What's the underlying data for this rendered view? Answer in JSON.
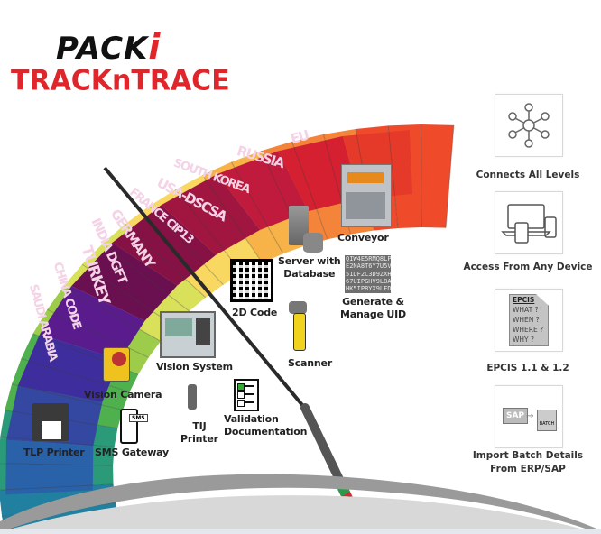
{
  "logo": {
    "line1": "PACK",
    "line1_accent": "i",
    "line2": "TRACKnTRACE",
    "brand_color": "#e0262a"
  },
  "umbrella": {
    "countries": [
      "EU",
      "RUSSIA",
      "SOUTH KOREA",
      "USA-DSCSA",
      "FRANCE CIP13",
      "GERMANY",
      "INDIA DGFT",
      "TURKEY",
      "CHINA CODE",
      "SAUDI ARABIA"
    ],
    "country_colors": [
      "#e53a2a",
      "#d42030",
      "#c01b3c",
      "#a01640",
      "#851145",
      "#6a1050",
      "#5a1c8c",
      "#3e2d9c",
      "#3448a2",
      "#2a62aa"
    ],
    "canopy_colors": [
      "#ef4b2b",
      "#f4843a",
      "#f7b347",
      "#f8d860",
      "#d9e05a",
      "#9ccc4a",
      "#4fb04e",
      "#2a9a78",
      "#217fa0"
    ],
    "handle_bands": [
      "#4ab8d8",
      "#2a9a48",
      "#e0262a"
    ]
  },
  "items": {
    "conveyor": "Conveyor",
    "server": [
      "Server with",
      "Database"
    ],
    "uid_title": [
      "Generate &",
      "Manage UID"
    ],
    "uid_codes": [
      "QIW4E5RMQ8LP",
      "E2NA8T6Y7U5V",
      "51DF2C3D9ZXH",
      "67UIPGHV9L8AX",
      "HK5IP8YX9LFD"
    ],
    "code2d": "2D Code",
    "scanner": "Scanner",
    "vision_system": "Vision System",
    "vision_camera": "Vision Camera",
    "tij": [
      "TIJ",
      "Printer"
    ],
    "validation": [
      "Validation",
      "Documentation"
    ],
    "tlp": "TLP Printer",
    "sms": "SMS Gateway",
    "sms_bubble": "SMS"
  },
  "features": [
    {
      "label": "Connects All Levels",
      "icon": "network-icon"
    },
    {
      "label": "Access From Any Device",
      "icon": "devices-icon"
    },
    {
      "label": "EPCIS 1.1 & 1.2",
      "icon": "epcis-document-icon",
      "doc_lines": [
        "EPCIS",
        "WHAT ?",
        "WHEN ?",
        "WHERE ?",
        "WHY ?"
      ]
    },
    {
      "label_lines": [
        "Import Batch Details",
        "From ERP/SAP"
      ],
      "icon": "sap-batch-icon",
      "sap": "SAP",
      "batch": "BATCH"
    }
  ]
}
